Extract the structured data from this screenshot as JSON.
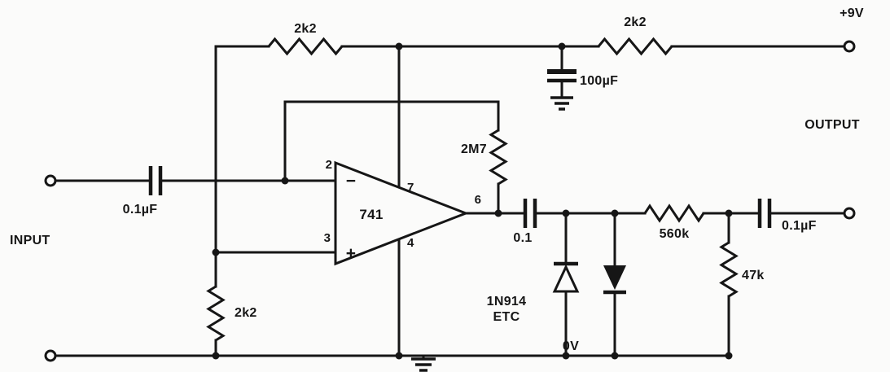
{
  "diagram": {
    "terminals": {
      "input": "INPUT",
      "output": "OUTPUT",
      "vplus": "+9V",
      "zerov": "0V"
    },
    "opamp": {
      "part": "741",
      "pin_inv": "2",
      "pin_noninv": "3",
      "pin_vminus": "4",
      "pin_out": "6",
      "pin_vplus": "7",
      "inv_sign": "−",
      "noninv_sign": "+"
    },
    "components": {
      "r_bias_upper": "2k2",
      "r_supply": "2k2",
      "r_bias_lower": "2k2",
      "r_feedback": "2M7",
      "r_series": "560k",
      "r_load": "47k",
      "c_input": "0.1µF",
      "c_decouple": "100µF",
      "c_couple": "0.1",
      "c_output": "0.1µF",
      "diode_part": "1N914",
      "diode_etc": "ETC"
    }
  }
}
